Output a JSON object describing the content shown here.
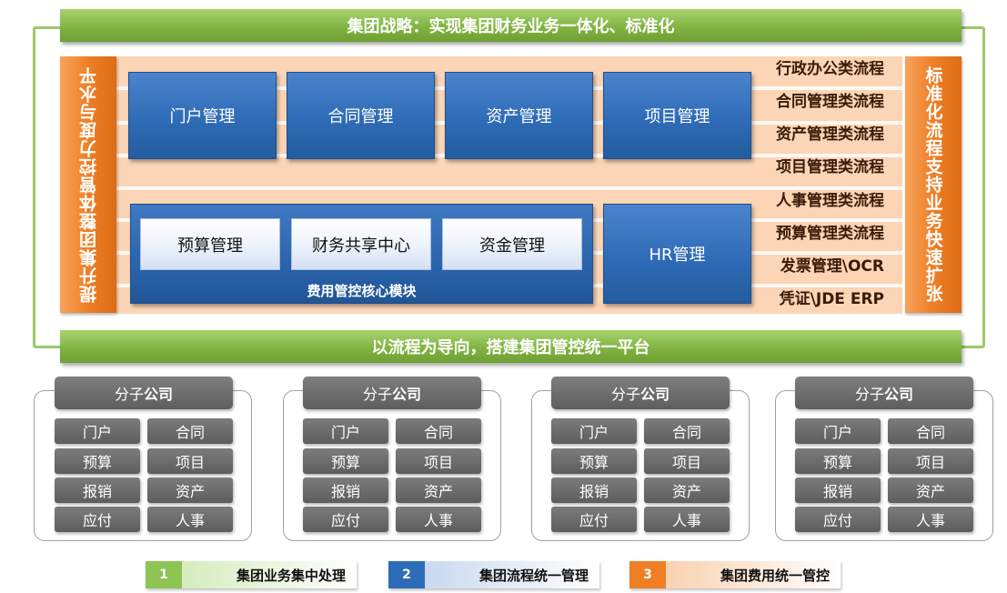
{
  "strategy": {
    "top_text": "集团战略：实现集团财务业务一体化、标准化",
    "bottom_text": "以流程为导向，搭建集团管控统一平台"
  },
  "sides": {
    "left": "提升集团整体管控力度与水平",
    "right": "标准化流程支持业务快速扩张"
  },
  "modules": {
    "top": [
      "门户管理",
      "合同管理",
      "资产管理",
      "项目管理"
    ],
    "core": {
      "title": "费用管控核心模块",
      "items": [
        "预算管理",
        "财务共享中心",
        "资金管理"
      ]
    },
    "hr": "HR管理"
  },
  "processes": [
    "行政办公类流程",
    "合同管理类流程",
    "资产管理类流程",
    "项目管理类流程",
    "人事管理类流程",
    "预算管理类流程",
    "发票管理\\OCR",
    "凭证\\JDE ERP"
  ],
  "subsidiaries": [
    {
      "title_a": "分子",
      "title_b": "公司",
      "items": [
        "门户",
        "合同",
        "预算",
        "项目",
        "报销",
        "资产",
        "应付",
        "人事"
      ]
    },
    {
      "title_a": "分子",
      "title_b": "公司",
      "items": [
        "门户",
        "合同",
        "预算",
        "项目",
        "报销",
        "资产",
        "应付",
        "人事"
      ]
    },
    {
      "title_a": "分子",
      "title_b": "公司",
      "items": [
        "门户",
        "合同",
        "预算",
        "项目",
        "报销",
        "资产",
        "应付",
        "人事"
      ]
    },
    {
      "title_a": "分子",
      "title_b": "公司",
      "items": [
        "门户",
        "合同",
        "预算",
        "项目",
        "报销",
        "资产",
        "应付",
        "人事"
      ]
    }
  ],
  "legend": [
    {
      "num": "1",
      "text": "集团业务集中处理",
      "color": "#8dc453"
    },
    {
      "num": "2",
      "text": "集团流程统一管理",
      "color": "#2f6cb7"
    },
    {
      "num": "3",
      "text": "集团费用统一管控",
      "color": "#ee7f27"
    }
  ]
}
